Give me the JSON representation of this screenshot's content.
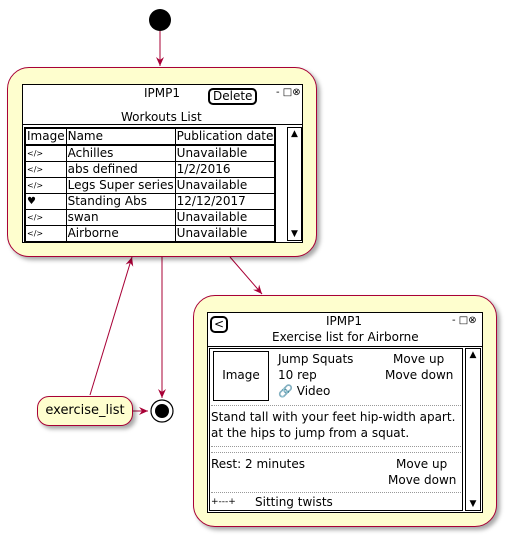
{
  "workouts_window": {
    "app_title": "IPMP1",
    "delete_label": "Delete",
    "window_controls": "- □⊗",
    "subtitle": "Workouts List",
    "columns": [
      "Image",
      "Name",
      "Publication date"
    ],
    "rows": [
      {
        "icon": "</>",
        "name": "Achilles",
        "date": "Unavailable"
      },
      {
        "icon": "</>",
        "name": "abs defined",
        "date": "1/2/2016"
      },
      {
        "icon": "</>",
        "name": "Legs Super series",
        "date": "Unavailable"
      },
      {
        "icon": "♥",
        "name": "Standing Abs",
        "date": "12/12/2017"
      },
      {
        "icon": "</>",
        "name": "swan",
        "date": "Unavailable"
      },
      {
        "icon": "</>",
        "name": "Airborne",
        "date": "Unavailable"
      }
    ],
    "scroll_up": "▲",
    "scroll_down": "▼"
  },
  "exercise_window": {
    "back_label": "<",
    "app_title": "IPMP1",
    "window_controls": "- □⊗",
    "subtitle": "Exercise list for Airborne",
    "image_label": "Image",
    "exercise_name": "Jump Squats",
    "reps": "10 rep",
    "video_link": "🔗 Video",
    "move_up": "Move up",
    "move_down": "Move down",
    "description_line1": "Stand tall with your feet hip-width apart.",
    "description_line2": "at the hips to jump from a squat.",
    "rest": "Rest: 2 minutes",
    "rest_move_up": "Move up",
    "rest_move_down": "Move down",
    "next_prefix": "+---+",
    "next_exercise": "Sitting twists",
    "scroll_up": "▲",
    "scroll_down": "▼"
  },
  "exercise_list_note": "exercise_list",
  "colors": {
    "state_fill": "#fefece",
    "edge": "#a80036"
  }
}
